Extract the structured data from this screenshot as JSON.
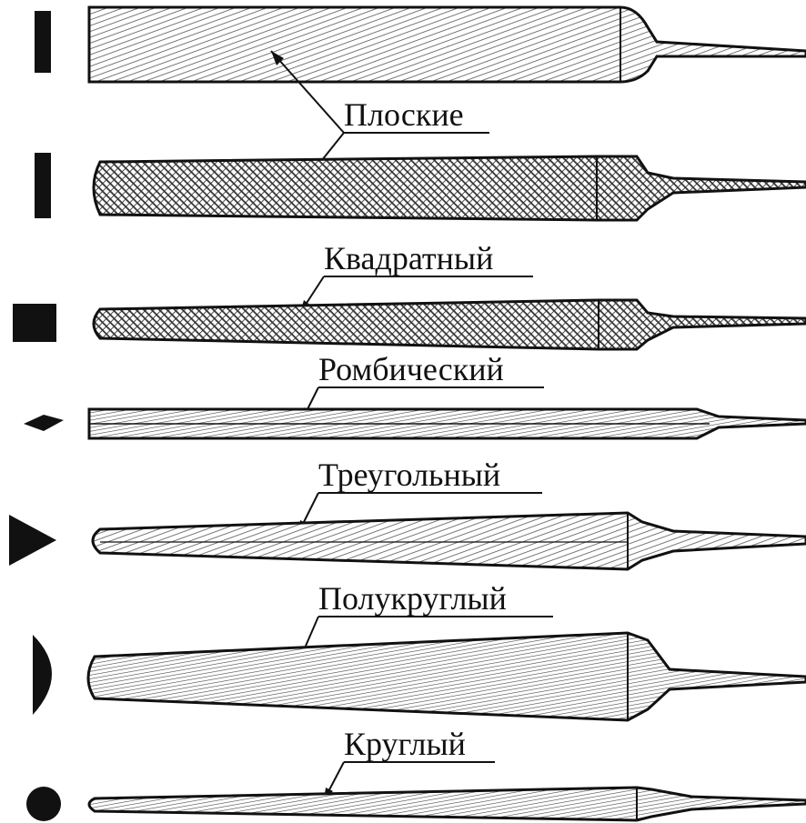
{
  "colors": {
    "ink": "#111111",
    "paper": "#ffffff",
    "hatch": "#7a7a7a"
  },
  "labels": {
    "flat": "Плоские",
    "square": "Квадратный",
    "rhombic": "Ромбический",
    "triangular": "Треугольный",
    "half_round": "Полукруглый",
    "round": "Круглый"
  },
  "files": [
    {
      "id": "flat-file-blunt",
      "section": "rectangle-icon",
      "cut": "single"
    },
    {
      "id": "flat-file-pointed",
      "section": "rectangle-icon",
      "cut": "double"
    },
    {
      "id": "square-file",
      "section": "square-icon",
      "cut": "double"
    },
    {
      "id": "rhombic-file",
      "section": "rhombus-icon",
      "cut": "single"
    },
    {
      "id": "triangular-file",
      "section": "triangle-icon",
      "cut": "single"
    },
    {
      "id": "half-round-file",
      "section": "half-circle-icon",
      "cut": "single"
    },
    {
      "id": "round-file",
      "section": "circle-icon",
      "cut": "single"
    }
  ]
}
